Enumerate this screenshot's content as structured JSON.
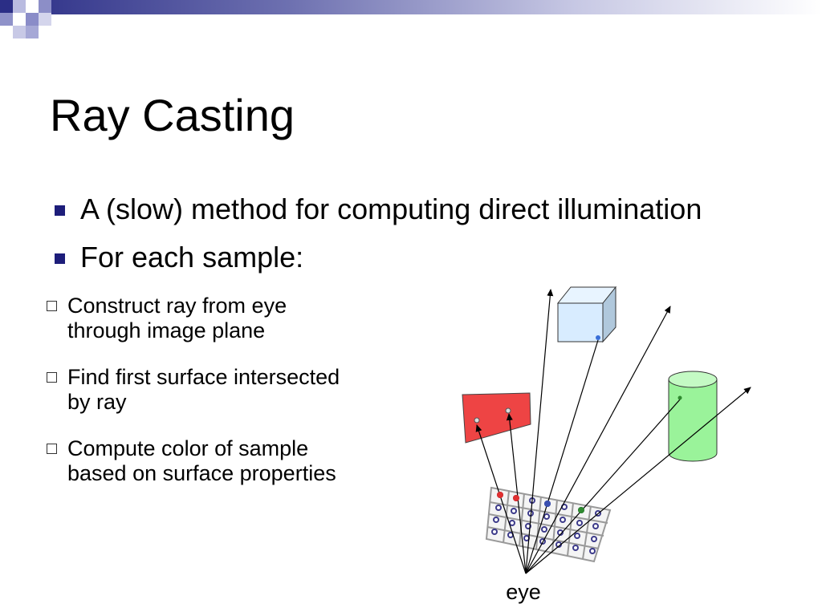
{
  "slide": {
    "title": "Ray Casting",
    "bullets": [
      "A (slow) method for computing direct illumination",
      "For each sample:"
    ],
    "sub_bullets": [
      [
        "Construct ray from eye",
        "through image plane"
      ],
      [
        "Find first surface intersected",
        "by ray"
      ],
      [
        "Compute color of sample",
        "based on surface properties"
      ]
    ]
  },
  "diagram": {
    "eye_label": "eye",
    "objects": [
      "cube",
      "quad",
      "cylinder",
      "image-plane-grid"
    ],
    "colors": {
      "cube_face": "#d8ecff",
      "cube_side": "#b0c8dc",
      "quad": "#ee4444",
      "cylinder": "#9af39a",
      "cylinder_top": "#c4fac4",
      "hit_blue": "#3a6fd8",
      "hit_red": "#e03030",
      "hit_green": "#2f8a2f",
      "grid_circle": "#3c3a8a"
    }
  },
  "theme": {
    "header_dark": "#2b2e86",
    "bullet_square": "#1d1d7a"
  }
}
